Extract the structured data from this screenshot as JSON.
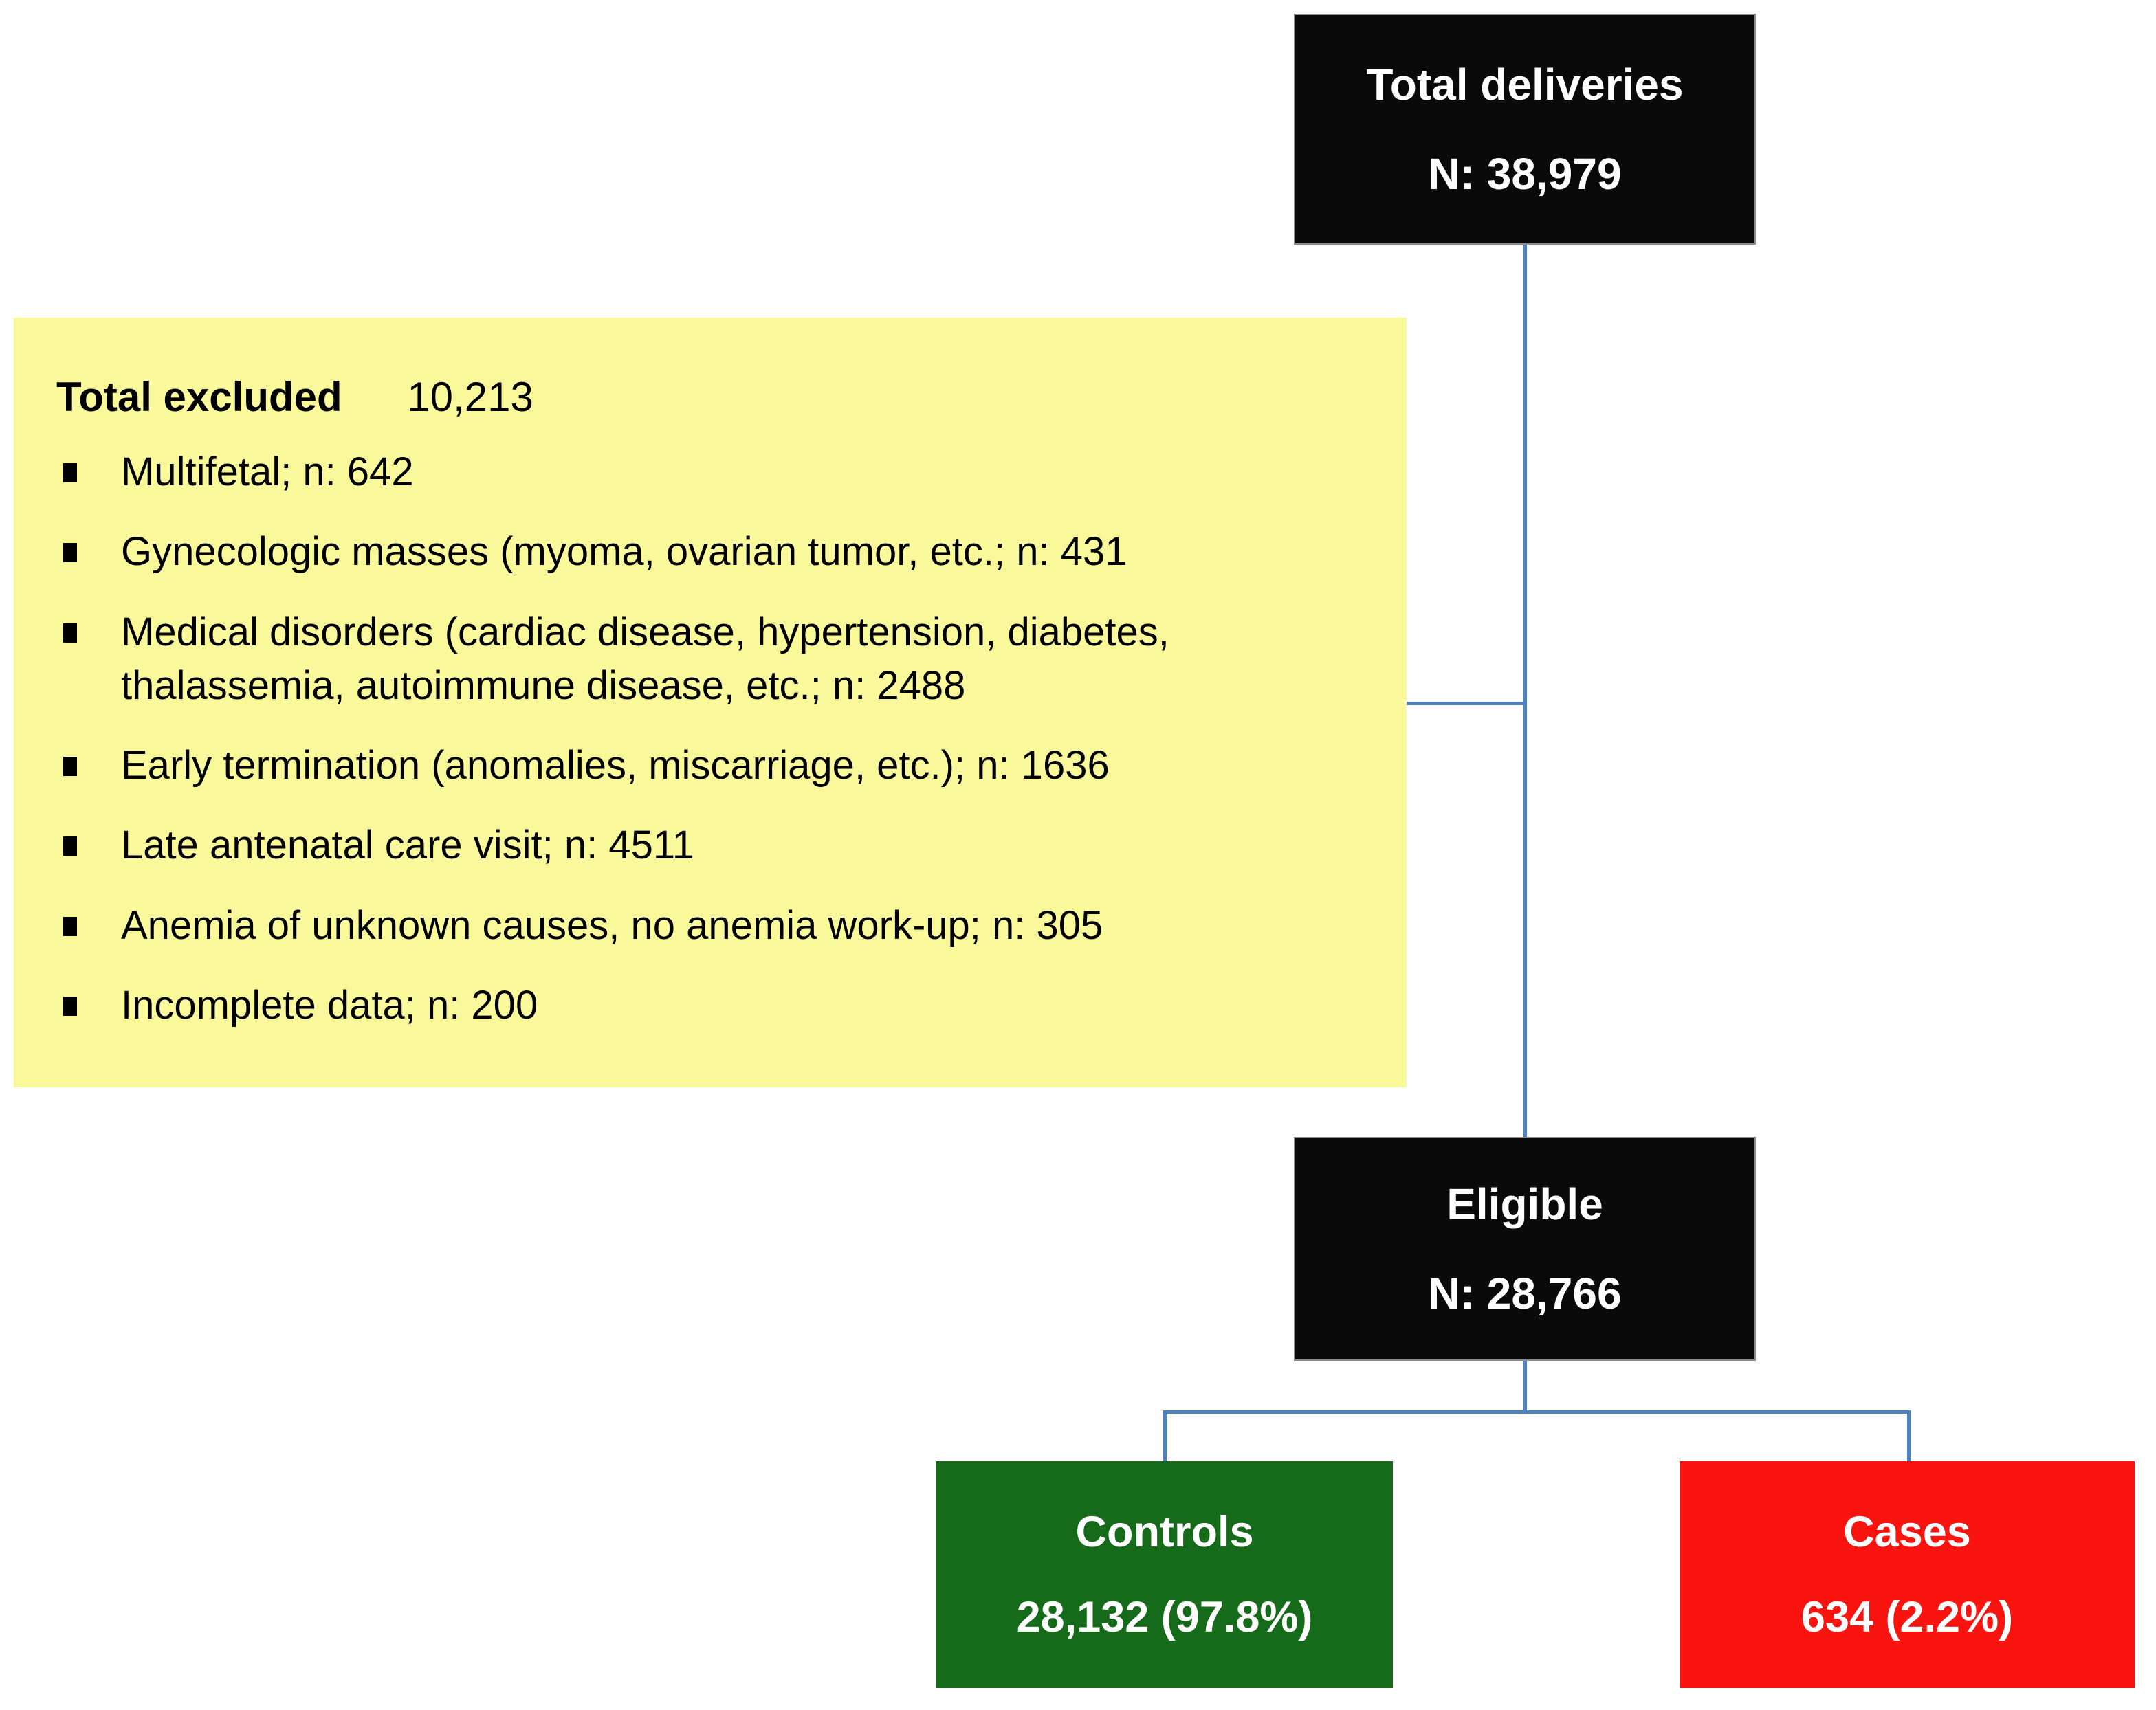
{
  "boxes": {
    "total_deliveries": {
      "line1": "Total deliveries",
      "line2": "N: 38,979"
    },
    "excluded": {
      "title": "Total excluded",
      "total": "10,213",
      "items": [
        "Multifetal; n: 642",
        "Gynecologic masses (myoma, ovarian tumor, etc.; n: 431",
        "Medical disorders (cardiac disease, hypertension, diabetes, thalassemia, autoimmune disease, etc.; n: 2488",
        "Early termination (anomalies, miscarriage, etc.); n: 1636",
        "Late antenatal care visit; n: 4511",
        "Anemia of unknown causes, no anemia work-up; n: 305",
        "Incomplete data; n: 200"
      ]
    },
    "eligible": {
      "line1": "Eligible",
      "line2": "N: 28,766"
    },
    "controls": {
      "line1": "Controls",
      "line2": "28,132 (97.8%)"
    },
    "cases": {
      "line1": "Cases",
      "line2": "634 (2.2%)"
    }
  },
  "colors": {
    "box_black": "#0a0a0a",
    "excluded_bg": "#f9f99c",
    "controls_green": "#156b1a",
    "cases_red": "#fa140f",
    "connector_blue": "#4f81bd",
    "box_text_white": "#ffffff",
    "excluded_text_black": "#000000"
  }
}
